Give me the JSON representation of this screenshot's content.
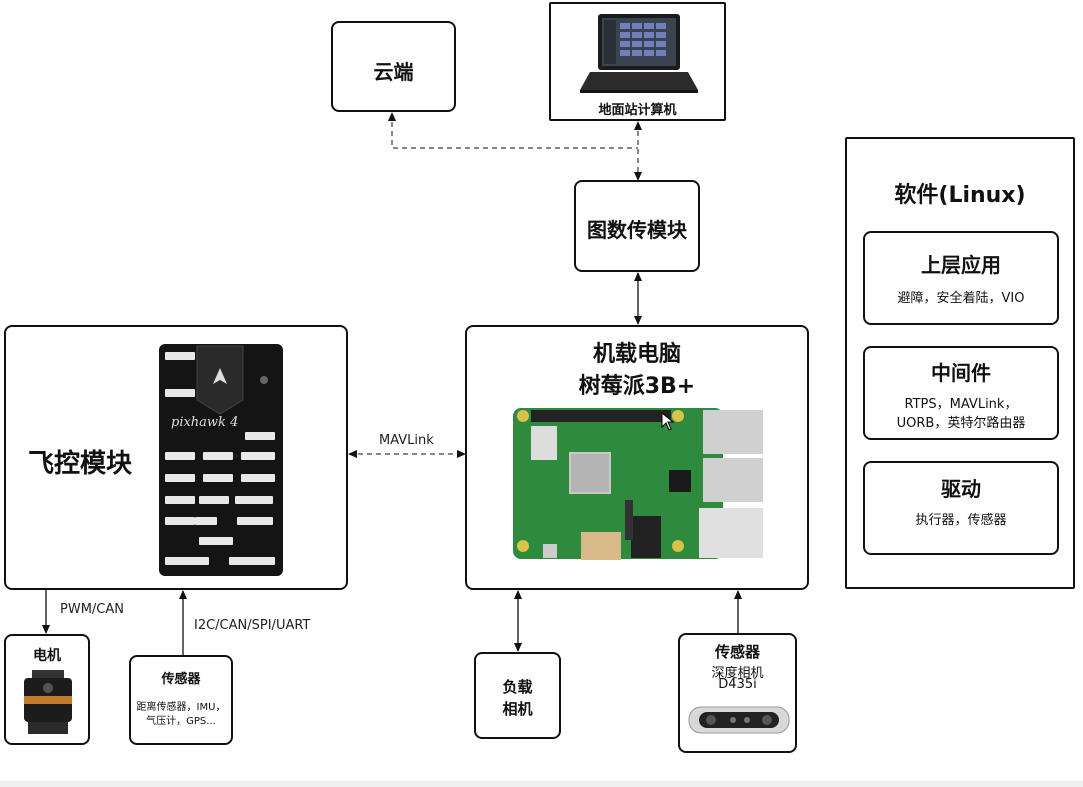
{
  "nodes": {
    "cloud": "云端",
    "ground_station": "地面站计算机",
    "datalink": "图数传模块",
    "onboard": {
      "line1": "机载电脑",
      "line2": "树莓派3B+"
    },
    "fc": {
      "title": "飞控模块",
      "board_brand": "pixhawk 4"
    },
    "motor": "电机",
    "sensor_left": {
      "title": "传感器",
      "line1": "距离传感器，IMU，",
      "line2": "气压计，GPS..."
    },
    "payload_camera": {
      "line1": "负载",
      "line2": "相机"
    },
    "sensor_right": {
      "title": "传感器",
      "line1": "深度相机",
      "line2": "D435i"
    }
  },
  "edges": {
    "mavlink": "MAVLink",
    "pwm_can": "PWM/CAN",
    "i2c": "I2C/CAN/SPI/UART"
  },
  "software": {
    "title": "软件(Linux)",
    "layers": [
      {
        "title": "上层应用",
        "desc1": "避障，安全着陆，VIO",
        "desc2": ""
      },
      {
        "title": "中间件",
        "desc1": "RTPS，MAVLink，",
        "desc2": "UORB，英特尔路由器"
      },
      {
        "title": "驱动",
        "desc1": "执行器，传感器",
        "desc2": ""
      }
    ]
  },
  "colors": {
    "line": "#111111",
    "board_green": "#2e8b3e",
    "fc_body": "#111111"
  }
}
